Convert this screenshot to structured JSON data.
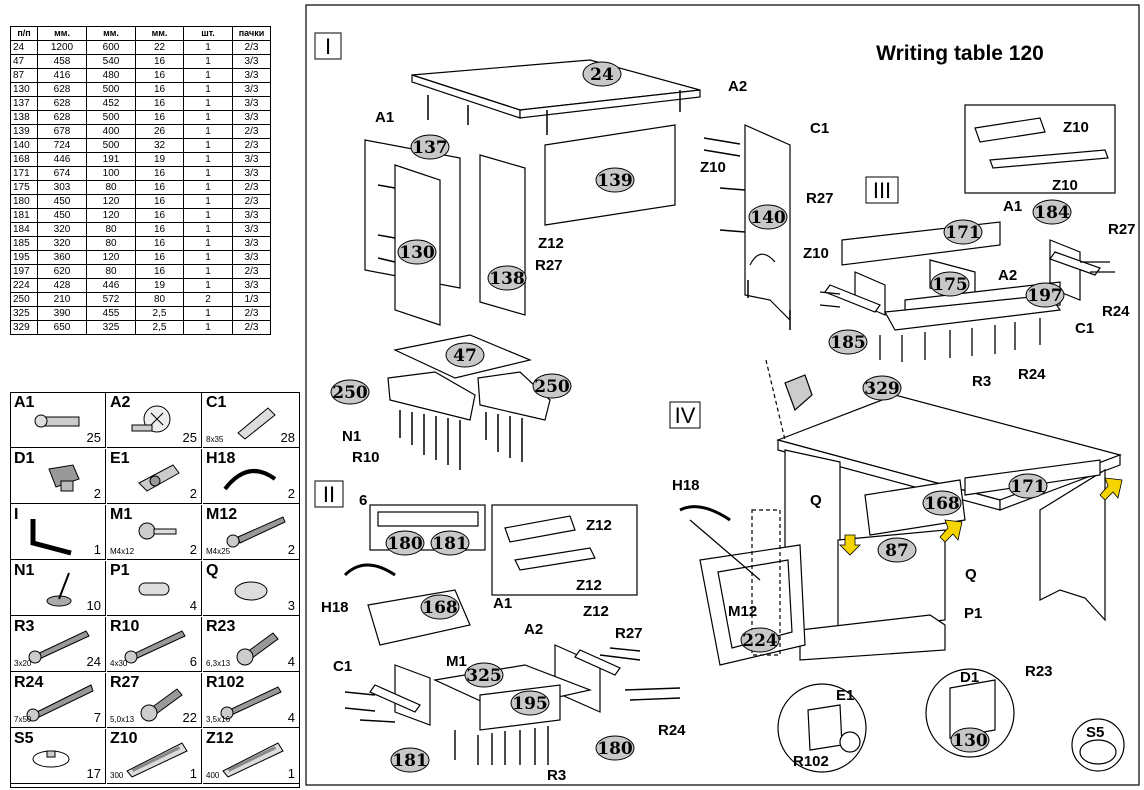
{
  "title": "Writing table 120",
  "table": {
    "headers": [
      "п/п",
      "мм.",
      "мм.",
      "мм.",
      "шт.",
      "пачки"
    ],
    "rows": [
      [
        "24",
        "1200",
        "600",
        "22",
        "1",
        "2/3"
      ],
      [
        "47",
        "458",
        "540",
        "16",
        "1",
        "3/3"
      ],
      [
        "87",
        "416",
        "480",
        "16",
        "1",
        "3/3"
      ],
      [
        "130",
        "628",
        "500",
        "16",
        "1",
        "3/3"
      ],
      [
        "137",
        "628",
        "452",
        "16",
        "1",
        "3/3"
      ],
      [
        "138",
        "628",
        "500",
        "16",
        "1",
        "3/3"
      ],
      [
        "139",
        "678",
        "400",
        "26",
        "1",
        "2/3"
      ],
      [
        "140",
        "724",
        "500",
        "32",
        "1",
        "2/3"
      ],
      [
        "168",
        "446",
        "191",
        "19",
        "1",
        "3/3"
      ],
      [
        "171",
        "674",
        "100",
        "16",
        "1",
        "3/3"
      ],
      [
        "175",
        "303",
        "80",
        "16",
        "1",
        "2/3"
      ],
      [
        "180",
        "450",
        "120",
        "16",
        "1",
        "2/3"
      ],
      [
        "181",
        "450",
        "120",
        "16",
        "1",
        "3/3"
      ],
      [
        "184",
        "320",
        "80",
        "16",
        "1",
        "3/3"
      ],
      [
        "185",
        "320",
        "80",
        "16",
        "1",
        "3/3"
      ],
      [
        "195",
        "360",
        "120",
        "16",
        "1",
        "3/3"
      ],
      [
        "197",
        "620",
        "80",
        "16",
        "1",
        "2/3"
      ],
      [
        "224",
        "428",
        "446",
        "19",
        "1",
        "3/3"
      ],
      [
        "250",
        "210",
        "572",
        "80",
        "2",
        "1/3"
      ],
      [
        "325",
        "390",
        "455",
        "2,5",
        "1",
        "2/3"
      ],
      [
        "329",
        "650",
        "325",
        "2,5",
        "1",
        "2/3"
      ]
    ]
  },
  "hardware": [
    {
      "code": "A1",
      "qty": "25",
      "size": "",
      "icon": "dowel-icon"
    },
    {
      "code": "A2",
      "qty": "25",
      "size": "",
      "icon": "cam-lock-icon"
    },
    {
      "code": "C1",
      "qty": "28",
      "size": "8x35",
      "icon": "wood-dowel-icon"
    },
    {
      "code": "D1",
      "qty": "2",
      "size": "",
      "icon": "connector-icon"
    },
    {
      "code": "E1",
      "qty": "2",
      "size": "",
      "icon": "hinge-icon"
    },
    {
      "code": "H18",
      "qty": "2",
      "size": "",
      "icon": "handle-icon"
    },
    {
      "code": "I",
      "qty": "1",
      "size": "",
      "icon": "hex-key-icon"
    },
    {
      "code": "M1",
      "qty": "2",
      "size": "M4x12",
      "icon": "bolt-icon"
    },
    {
      "code": "M12",
      "qty": "2",
      "size": "M4x25",
      "icon": "long-bolt-icon"
    },
    {
      "code": "N1",
      "qty": "10",
      "size": "",
      "icon": "glide-icon"
    },
    {
      "code": "P1",
      "qty": "4",
      "size": "",
      "icon": "shelf-pin-icon"
    },
    {
      "code": "Q",
      "qty": "3",
      "size": "",
      "icon": "bumper-icon"
    },
    {
      "code": "R3",
      "qty": "24",
      "size": "3x20",
      "icon": "screw-icon"
    },
    {
      "code": "R10",
      "qty": "6",
      "size": "4x30",
      "icon": "screw-icon"
    },
    {
      "code": "R23",
      "qty": "4",
      "size": "6,3x13",
      "icon": "euro-screw-icon"
    },
    {
      "code": "R24",
      "qty": "7",
      "size": "7x50",
      "icon": "confirmat-icon"
    },
    {
      "code": "R27",
      "qty": "22",
      "size": "5,0x13",
      "icon": "euro-screw-icon"
    },
    {
      "code": "R102",
      "qty": "4",
      "size": "3,5x16",
      "icon": "screw-icon"
    },
    {
      "code": "S5",
      "qty": "17",
      "size": "",
      "icon": "cover-cap-icon"
    },
    {
      "code": "Z10",
      "qty": "1",
      "size": "300",
      "icon": "drawer-slide-icon"
    },
    {
      "code": "Z12",
      "qty": "1",
      "size": "400",
      "icon": "drawer-slide-icon"
    }
  ],
  "steps": {
    "s1": "I",
    "s2": "II",
    "s3": "III",
    "s4": "IV"
  },
  "step1": {
    "parts": {
      "p24": "24",
      "p137": "137",
      "p139": "139",
      "p140": "140",
      "p130": "130",
      "p138": "138",
      "p47": "47",
      "p250a": "250",
      "p250b": "250"
    },
    "labels": {
      "a1": "A1",
      "a2": "A2",
      "c1": "C1",
      "z10": "Z10",
      "r27a": "R27",
      "z12": "Z12",
      "r27b": "R27",
      "n1": "N1",
      "r10": "R10"
    }
  },
  "step2": {
    "parts": {
      "p180i": "180",
      "p181i": "181",
      "p168": "168",
      "p325": "325",
      "p195": "195",
      "p181": "181",
      "p180": "180"
    },
    "labels": {
      "six": "6",
      "z12a": "Z12",
      "z12b": "Z12",
      "h18": "H18",
      "a1": "A1",
      "a2": "A2",
      "z12c": "Z12",
      "r27": "R27",
      "c1": "C1",
      "m1": "M1",
      "r24": "R24",
      "r3": "R3"
    }
  },
  "step3": {
    "parts": {
      "p171": "171",
      "p184": "184",
      "p175": "175",
      "p197": "197",
      "p185": "185",
      "p329": "329"
    },
    "labels": {
      "z10a": "Z10",
      "z10b": "Z10",
      "a1": "A1",
      "r27": "R27",
      "z10c": "Z10",
      "a2": "A2",
      "r24a": "R24",
      "c1": "C1",
      "r3": "R3",
      "r24b": "R24"
    }
  },
  "step4": {
    "parts": {
      "p168": "168",
      "p171": "171",
      "p87": "87",
      "p224": "224",
      "p130": "130"
    },
    "labels": {
      "h18": "H18",
      "q1": "Q",
      "q2": "Q",
      "p1": "P1",
      "m12": "M12",
      "e1": "E1",
      "r102": "R102",
      "d1": "D1",
      "r23": "R23",
      "s5": "S5"
    }
  }
}
